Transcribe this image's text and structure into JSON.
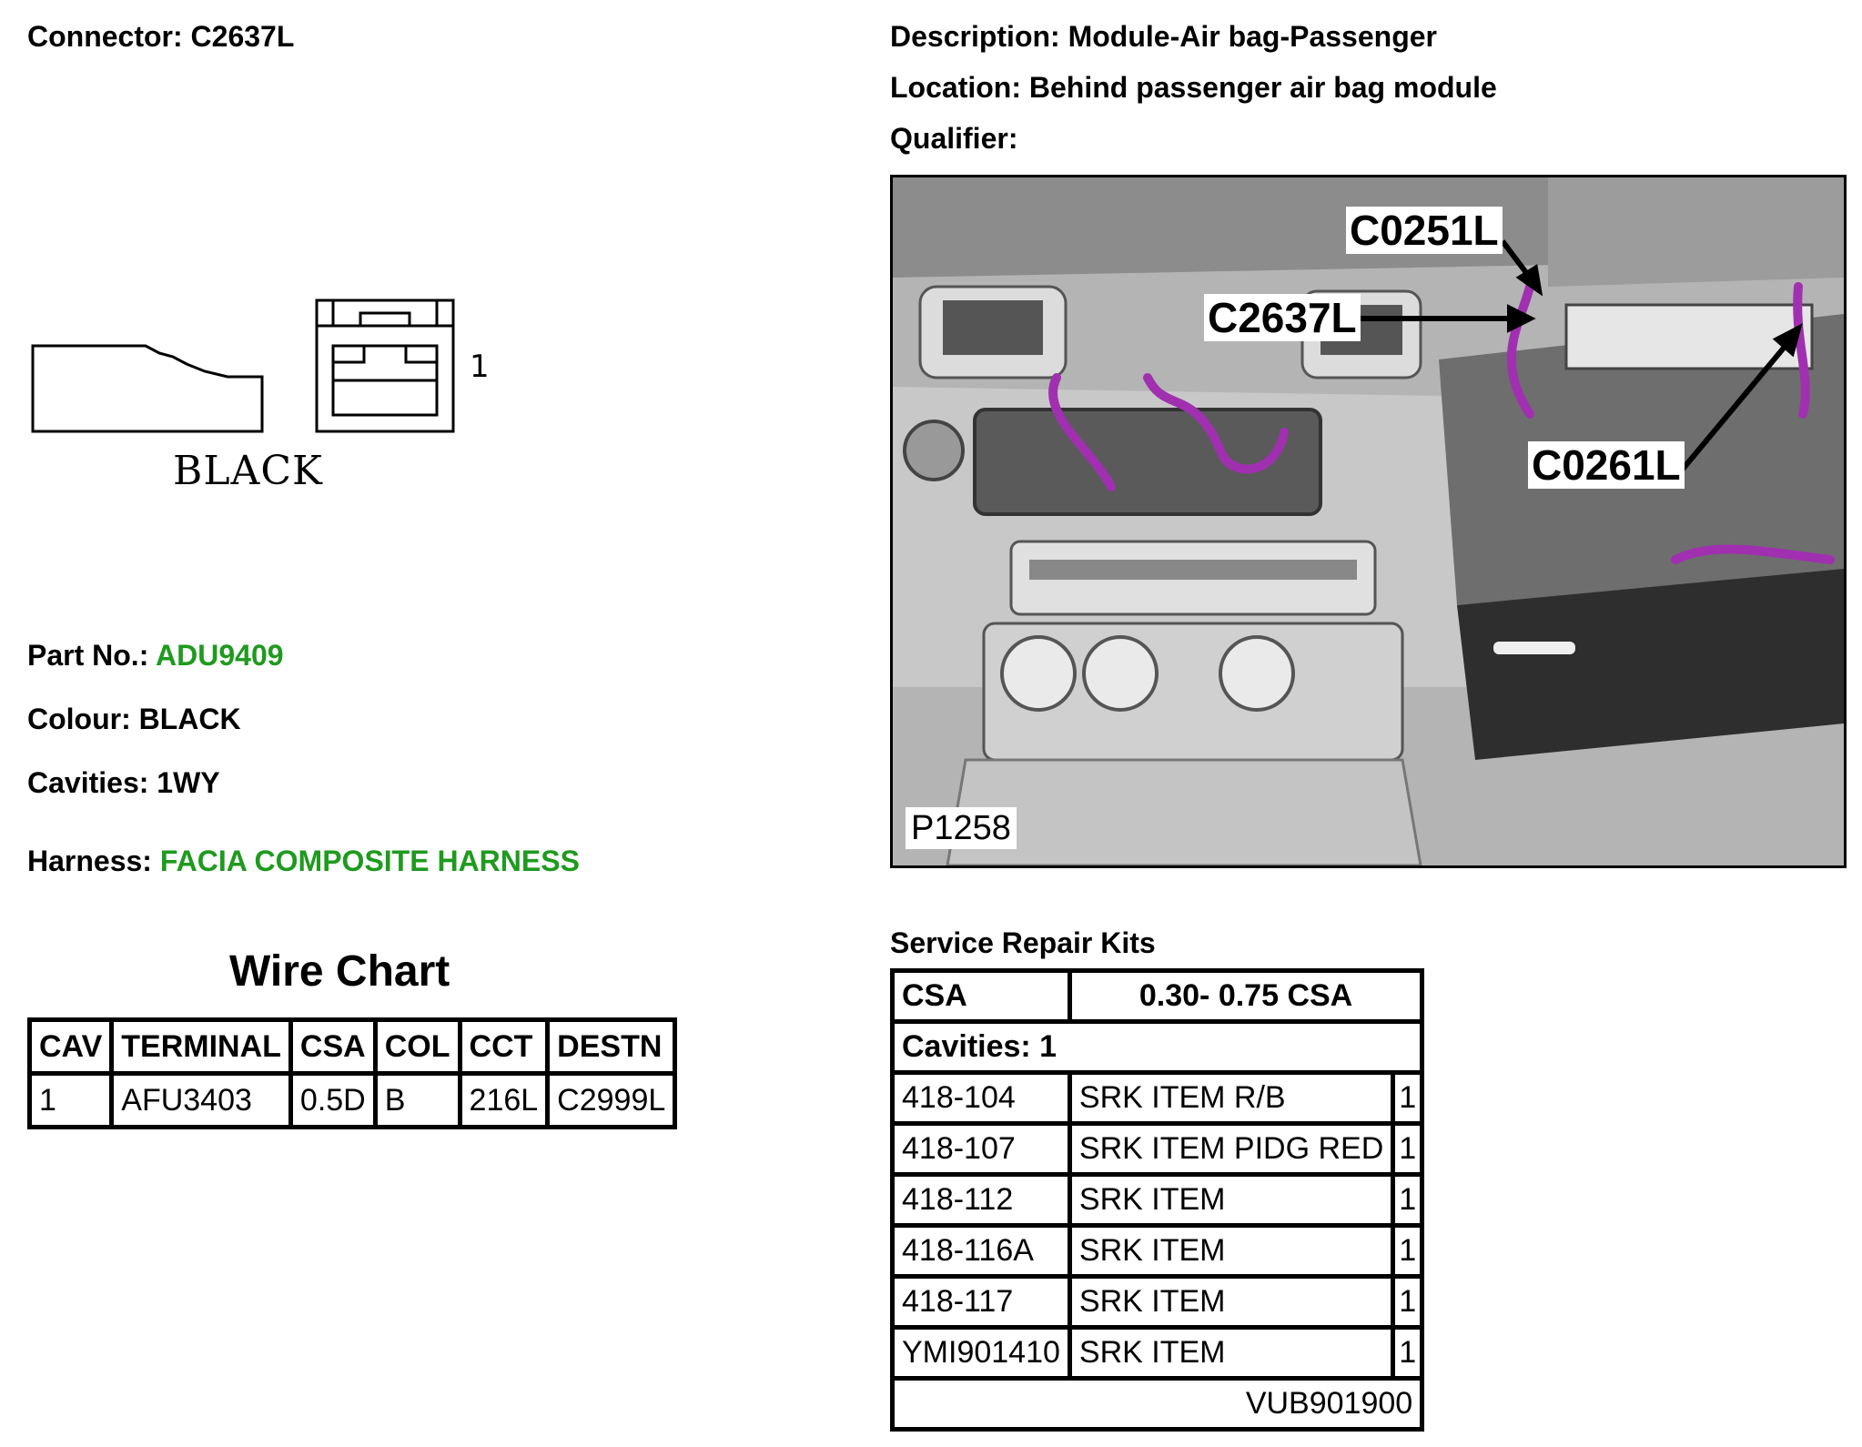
{
  "header": {
    "connector_label": "Connector:",
    "connector_value": "C2637L",
    "description_label": "Description:",
    "description_value": "Module-Air bag-Passenger",
    "location_label": "Location:",
    "location_value": "Behind passenger air bag module",
    "qualifier_label": "Qualifier:",
    "qualifier_value": ""
  },
  "connector_drawing": {
    "pin_label": "1",
    "colour_caption": "BLACK"
  },
  "details": {
    "part_no_label": "Part No.:",
    "part_no_value": "ADU9409",
    "colour_label": "Colour:",
    "colour_value": "BLACK",
    "cavities_label": "Cavities:",
    "cavities_value": "1WY",
    "harness_label": "Harness:",
    "harness_value": "FACIA COMPOSITE HARNESS",
    "link_color": "#1f9a1f"
  },
  "wire_chart": {
    "title": "Wire Chart",
    "headers": [
      "CAV",
      "TERMINAL",
      "CSA",
      "COL",
      "CCT",
      "DESTN"
    ],
    "rows": [
      [
        "1",
        "AFU3403",
        "0.5D",
        "B",
        "216L",
        "C2999L"
      ]
    ]
  },
  "photo": {
    "callouts": [
      "C0251L",
      "C2637L",
      "C0261L"
    ],
    "picture_id": "P1258",
    "harness_color": "#a030b0"
  },
  "repair_kits": {
    "title": "Service Repair Kits",
    "csa_label": "CSA",
    "csa_value": "0.30- 0.75 CSA",
    "cavities_row": "Cavities: 1",
    "items": [
      {
        "code": "418-104",
        "name": "SRK ITEM R/B",
        "qty": "1"
      },
      {
        "code": "418-107",
        "name": "SRK ITEM PIDG RED",
        "qty": "1"
      },
      {
        "code": "418-112",
        "name": "SRK ITEM",
        "qty": "1"
      },
      {
        "code": "418-116A",
        "name": "SRK ITEM",
        "qty": "1"
      },
      {
        "code": "418-117",
        "name": "SRK ITEM",
        "qty": "1"
      },
      {
        "code": "YMI901410",
        "name": "SRK ITEM",
        "qty": "1"
      }
    ],
    "footer": "VUB901900"
  }
}
